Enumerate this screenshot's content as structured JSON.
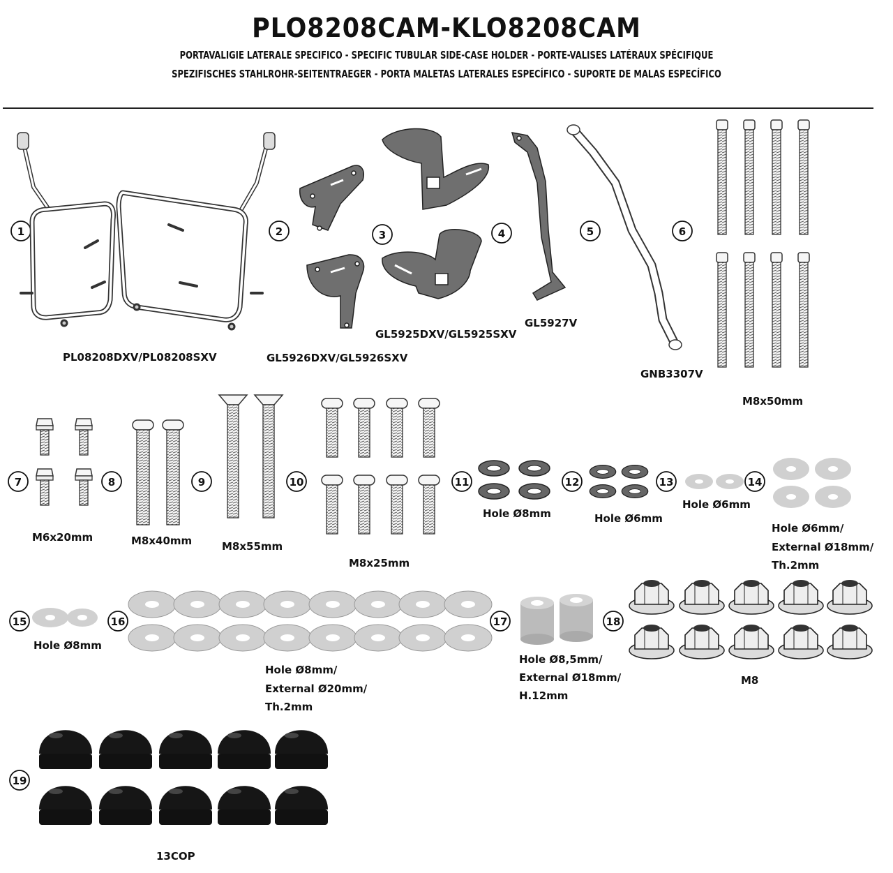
{
  "header": {
    "title": "PLO8208CAM-KLO8208CAM",
    "subtitle_line1": "PORTAVALIGIE LATERALE SPECIFICO  -  SPECIFIC TUBULAR SIDE-CASE HOLDER  - PORTE-VALISES LATÉRAUX SPÉCIFIQUE",
    "subtitle_line2": "SPEZIFISCHES STAHLROHR-SEITENTRAEGER - PORTA MALETAS LATERALES ESPECÍFICO - SUPORTE DE MALAS ESPECÍFICO"
  },
  "items": {
    "n1": "1",
    "n2": "2",
    "n3": "3",
    "n4": "4",
    "n5": "5",
    "n6": "6",
    "n7": "7",
    "n8": "8",
    "n9": "9",
    "n10": "10",
    "n11": "11",
    "n12": "12",
    "n13": "13",
    "n14": "14",
    "n15": "15",
    "n16": "16",
    "n17": "17",
    "n18": "18",
    "n19": "19"
  },
  "labels": {
    "frames": "PL08208DXV/PL08208SXV",
    "plates_small": "GL5926DXV/GL5926SXV",
    "plates_large": "GL5925DXV/GL5925SXV",
    "bracket": "GL5927V",
    "bar": "GNB3307V",
    "bolts_m8x50": "M8x50mm",
    "bolts_m6x20": "M6x20mm",
    "bolts_m8x40": "M8x40mm",
    "bolts_m8x55": "M8x55mm",
    "bolts_m8x25": "M8x25mm",
    "lock_washers_8": "Hole Ø8mm",
    "lock_washers_6": "Hole Ø6mm",
    "washers_6": "Hole Ø6mm",
    "washers_14_l1": "Hole Ø6mm/",
    "washers_14_l2": "External Ø18mm/",
    "washers_14_l3": "Th.2mm",
    "washers_15": "Hole Ø8mm",
    "washers_16_l1": "Hole Ø8mm/",
    "washers_16_l2": "External Ø20mm/",
    "washers_16_l3": "Th.2mm",
    "spacers_l1": "Hole Ø8,5mm/",
    "spacers_l2": "External Ø18mm/",
    "spacers_l3": "H.12mm",
    "nuts": "M8",
    "caps": "13COP"
  }
}
